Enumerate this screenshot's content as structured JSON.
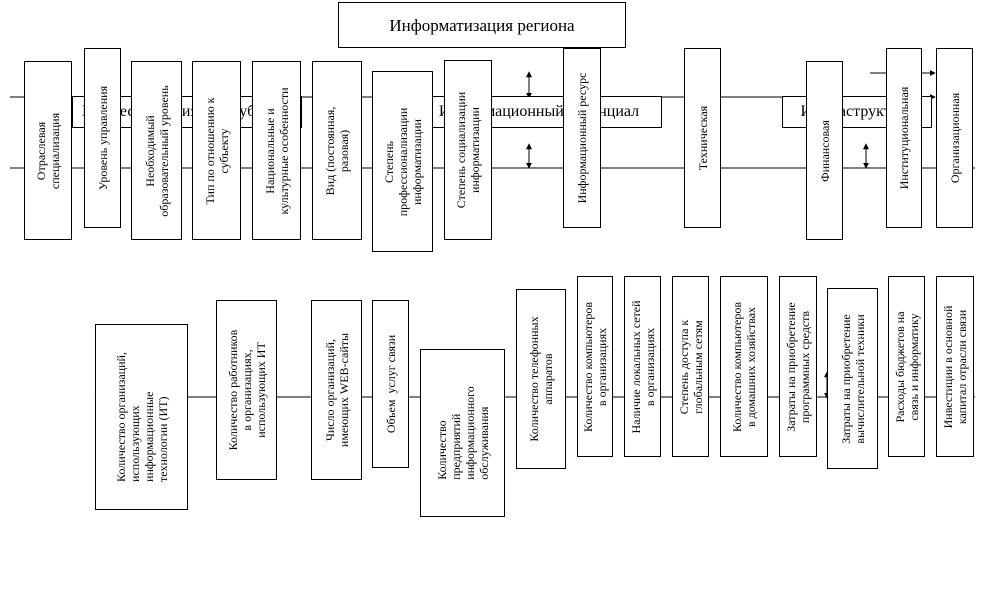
{
  "title": "Информатизация  региона",
  "top_row": [
    {
      "id": "t1",
      "lines": [
        "Отраслевая",
        "специализация"
      ]
    },
    {
      "id": "t2",
      "lines": [
        "Уровень управления"
      ]
    },
    {
      "id": "t3",
      "lines": [
        "Необходимый",
        "образовательный уровень"
      ]
    },
    {
      "id": "t4",
      "lines": [
        "Тип по отношению к",
        "субъекту"
      ]
    },
    {
      "id": "t5",
      "lines": [
        "Национальные и",
        "культурные особенности"
      ]
    },
    {
      "id": "t6",
      "lines": [
        "Вид (постоянная,",
        "разовая)"
      ]
    },
    {
      "id": "t7",
      "lines": [
        "Степень",
        "профессионализации",
        "информатизации"
      ]
    },
    {
      "id": "t8",
      "lines": [
        "Степень социализации",
        "информатизации"
      ]
    },
    {
      "id": "t9",
      "lines": [
        "Информационный ресурс"
      ]
    },
    {
      "id": "t10",
      "lines": [
        "Техническая"
      ]
    },
    {
      "id": "t11",
      "lines": [
        "Финансовая"
      ]
    },
    {
      "id": "t12",
      "lines": [
        "Институциональная"
      ]
    },
    {
      "id": "t13",
      "lines": [
        "Организационная"
      ]
    }
  ],
  "overlays": {
    "left": "Профессионализация субъекта",
    "center": "Информационный потенциал",
    "right": "Инфраструктура"
  },
  "bottom_row": [
    {
      "id": "b1",
      "lines": [
        "Количество организаций,",
        "использующих",
        "информационные",
        "технологии (ИТ)"
      ]
    },
    {
      "id": "b2",
      "lines": [
        "Количество работников",
        "в организациях,",
        "использующих ИТ"
      ]
    },
    {
      "id": "b3",
      "lines": [
        "Число организаций,",
        "имеющих WEB-сайты"
      ]
    },
    {
      "id": "b4",
      "lines": [
        "Объем  услуг связи"
      ]
    },
    {
      "id": "b5",
      "lines": [
        "Количество",
        "предприятий",
        "информационного",
        "обслуживания"
      ]
    },
    {
      "id": "b6",
      "lines": [
        "Количество телефонных",
        "аппаратов"
      ]
    },
    {
      "id": "b7",
      "lines": [
        "Количество компьютеров",
        "в организациях"
      ]
    },
    {
      "id": "b8",
      "lines": [
        "Наличие локальных сетей",
        "в организациях"
      ]
    },
    {
      "id": "b9",
      "lines": [
        "Степень доступа к",
        "глобальным сетям"
      ]
    },
    {
      "id": "b10",
      "lines": [
        "Количество компьютеров",
        "в домашних хозяйствах"
      ]
    },
    {
      "id": "b11",
      "lines": [
        "Затраты на приобретение",
        "программных средств"
      ]
    },
    {
      "id": "b12",
      "lines": [
        "Затраты на приобретение",
        "вычислительной техники"
      ]
    },
    {
      "id": "b13",
      "lines": [
        "Расходы бюджетов на",
        "связь и информатику"
      ]
    },
    {
      "id": "b14",
      "lines": [
        "Инвестиции в основной",
        "капитал отрасли связи"
      ]
    }
  ]
}
